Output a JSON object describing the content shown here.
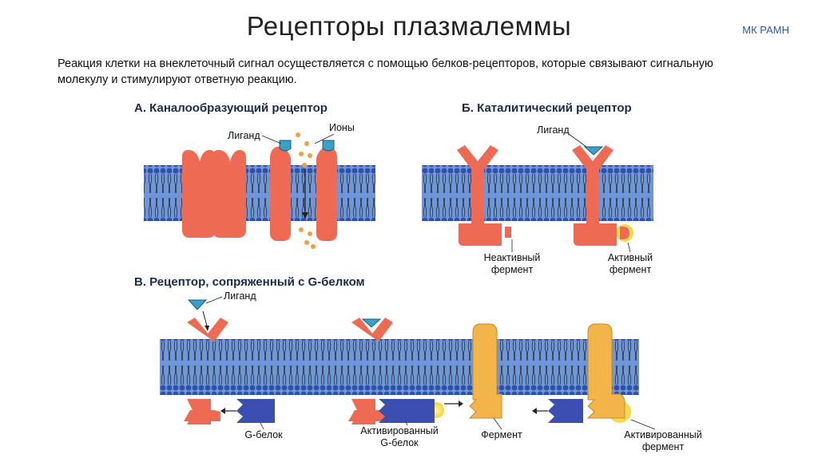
{
  "slide": {
    "title": "Рецепторы плазмалеммы",
    "brand": "МК РАМН",
    "intro": "Реакция клетки на внеклеточный сигнал осуществляется с помощью белков-рецепторов, которые связывают сигнальную молекулу и стимулируют ответную реакцию."
  },
  "panel_a": {
    "title": "А. Каналообразующий рецептор",
    "ligand_label": "Лиганд",
    "ions_label": "Ионы"
  },
  "panel_b": {
    "title": "Б. Каталитический рецептор",
    "ligand_label": "Лиганд",
    "inactive_line1": "Неактивный",
    "inactive_line2": "фермент",
    "active_line1": "Активный",
    "active_line2": "фермент"
  },
  "panel_c": {
    "title": "В. Рецептор, сопряженный с G-белком",
    "ligand_label": "Лиганд",
    "gprotein_label": "G-белок",
    "activated_g_line1": "Активированный",
    "activated_g_line2": "G-белок",
    "enzyme_label": "Фермент",
    "activated_enzyme_line1": "Активированный",
    "activated_enzyme_line2": "фермент"
  },
  "colors": {
    "membrane": "#5b86cf",
    "lipid_head": "#2f4fa8",
    "receptor": "#ee6a52",
    "ligand": "#3aa0c8",
    "ion": "#f0a040",
    "g_protein": "#3a4fb0",
    "enzyme": "#f3b44a",
    "active_glow": "#f7e14a"
  }
}
